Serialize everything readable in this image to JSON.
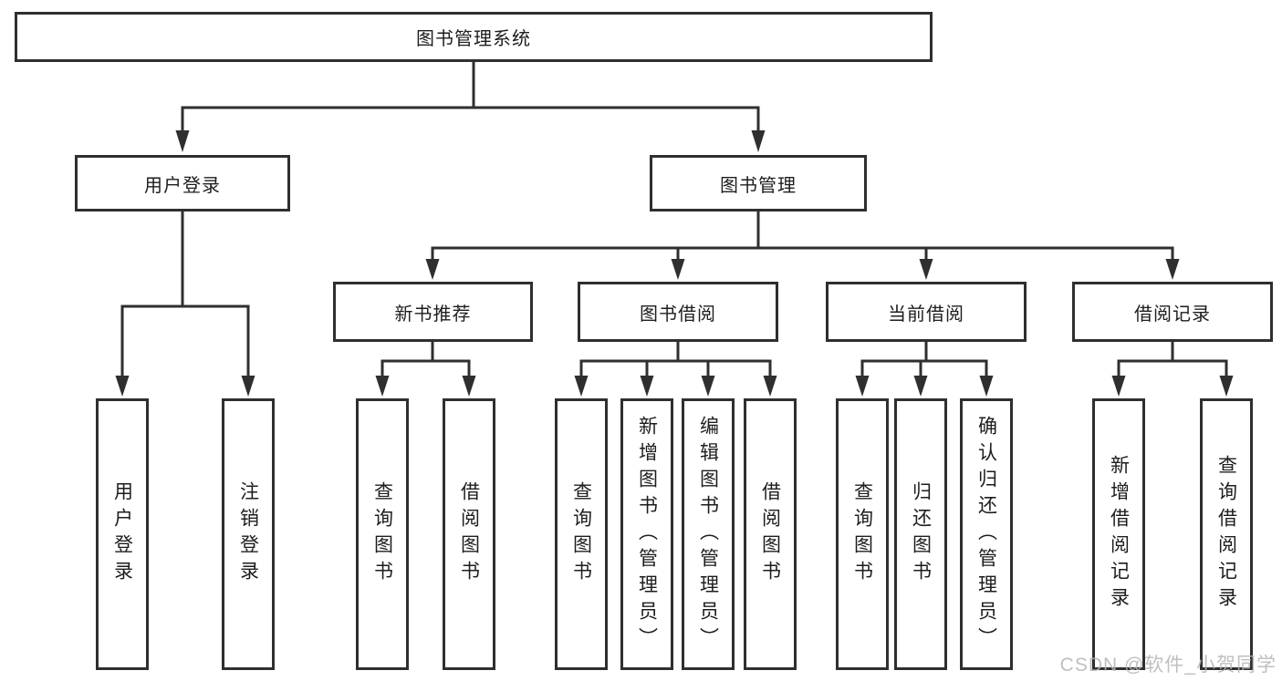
{
  "diagram": {
    "type": "hierarchy-tree",
    "title": "图书管理系统",
    "colors": {
      "line": "#2f2f2f",
      "box_border": "#2f2f2f",
      "text": "#1d1d1d",
      "background": "#ffffff",
      "watermark": "#b5b5b5"
    },
    "tree": {
      "root": {
        "label": "图书管理系统"
      },
      "branches": [
        {
          "label": "用户登录",
          "leaves": [
            {
              "label": "用户登录"
            },
            {
              "label": "注销登录"
            }
          ]
        },
        {
          "label": "图书管理",
          "sections": [
            {
              "label": "新书推荐",
              "leaves": [
                {
                  "label": "查询图书"
                },
                {
                  "label": "借阅图书"
                }
              ]
            },
            {
              "label": "图书借阅",
              "leaves": [
                {
                  "label": "查询图书"
                },
                {
                  "label": "新增图书（管理员）"
                },
                {
                  "label": "编辑图书（管理员）"
                },
                {
                  "label": "借阅图书"
                }
              ]
            },
            {
              "label": "当前借阅",
              "leaves": [
                {
                  "label": "查询图书"
                },
                {
                  "label": "归还图书"
                },
                {
                  "label": "确认归还（管理员）"
                }
              ]
            },
            {
              "label": "借阅记录",
              "leaves": [
                {
                  "label": "新增借阅记录"
                },
                {
                  "label": "查询借阅记录"
                }
              ]
            }
          ]
        }
      ]
    },
    "watermark": {
      "text": "CSDN @软件_小贺同学"
    }
  }
}
